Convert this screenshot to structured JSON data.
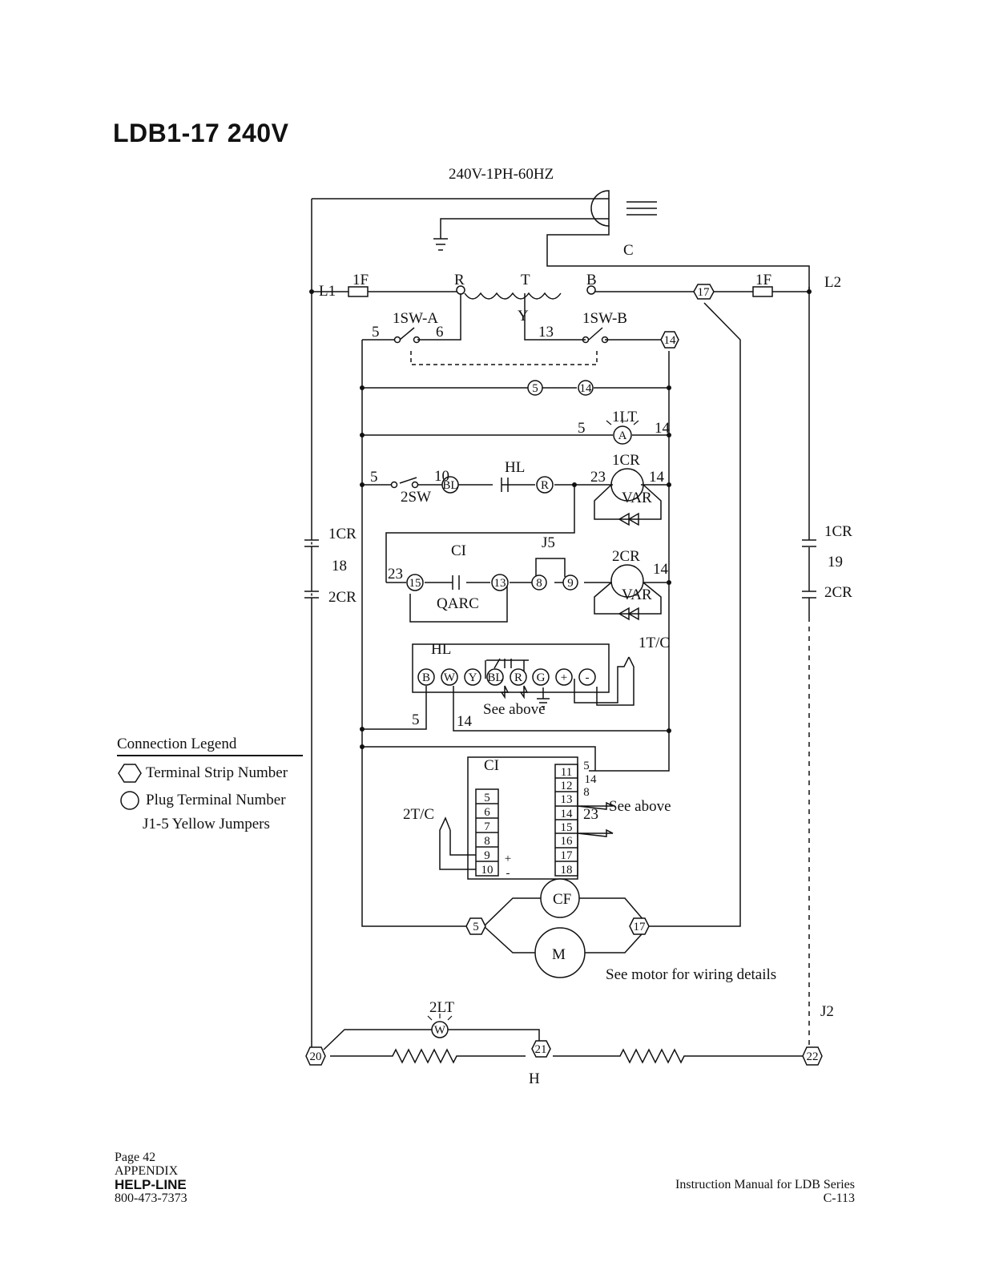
{
  "title": "LDB1-17 240V",
  "power_label": "240V-1PH-60HZ",
  "nodes": {
    "line1": "L1",
    "line2": "L2",
    "fuse": "1F",
    "transformer_r": "R",
    "transformer_t": "T",
    "transformer_b": "B",
    "transformer_y": "Y",
    "plug": "C",
    "sw_a": "1SW-A",
    "sw_b": "1SW-B",
    "sw2": "2SW",
    "lt1": "1LT",
    "lt1_letter": "A",
    "lt2": "2LT",
    "lt2_letter": "W",
    "cr1": "1CR",
    "cr2": "2CR",
    "var": "VAR",
    "hl": "HL",
    "ci": "CI",
    "j5": "J5",
    "qarc": "QARC",
    "tc1": "1T/C",
    "tc2": "2T/C",
    "cf": "CF",
    "motor": "M",
    "heater": "H",
    "j2": "J2",
    "see_above": "See above",
    "motor_note": "See motor for wiring details"
  },
  "wire_numbers": {
    "w5": "5",
    "w6": "6",
    "w10": "10",
    "w13": "13",
    "w14": "14",
    "w18": "18",
    "w19": "19",
    "w23": "23",
    "w8": "8"
  },
  "terminal_strip": [
    "17",
    "14",
    "5",
    "17",
    "20",
    "21",
    "22"
  ],
  "plug_terminals": [
    "5",
    "14",
    "A",
    "BL",
    "R",
    "15",
    "13",
    "8",
    "9",
    "B",
    "W",
    "Y",
    "BL",
    "R",
    "G",
    "+",
    "-",
    "W"
  ],
  "ci_left_terminals": [
    "5",
    "6",
    "7",
    "8",
    "9",
    "10"
  ],
  "ci_right_terminals": [
    "11",
    "12",
    "13",
    "14",
    "15",
    "16",
    "17",
    "18"
  ],
  "ci_polarity": [
    "+",
    "-"
  ],
  "legend": {
    "title": "Connection Legend",
    "terminal_strip": "Terminal Strip Number",
    "plug_terminal": "Plug Terminal Number",
    "jumpers": "J1-5 Yellow Jumpers"
  },
  "footer": {
    "page": "Page 42",
    "section": "APPENDIX",
    "helpline": "HELP-LINE",
    "phone": "800-473-7373",
    "manual": "Instruction Manual for LDB Series",
    "code": "C-113"
  }
}
